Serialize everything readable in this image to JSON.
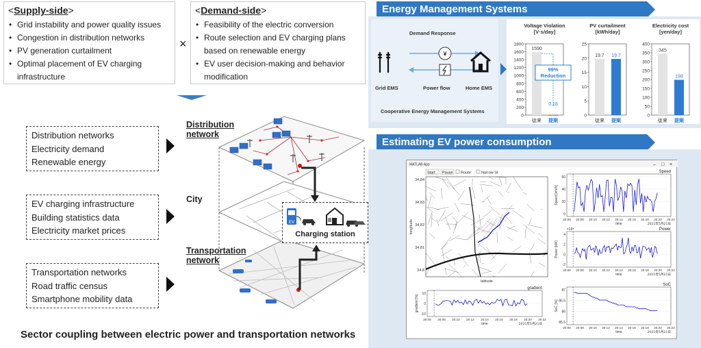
{
  "supply": {
    "title_open": "<",
    "title": "Supply-side",
    "title_close": ">",
    "items": [
      "Grid instability and power quality issues",
      "Congestion in distribution networks",
      "PV generation curtailment",
      "Optimal placement of EV charging infrastructure"
    ]
  },
  "times": "×",
  "demand": {
    "title_open": "<",
    "title": "Demand-side",
    "title_close": ">",
    "items": [
      "Feasibility of the electric conversion",
      "Route selection and EV charging plans based on renewable energy",
      "EV user decision-making and behavior modification"
    ]
  },
  "data_groups": [
    [
      "Distribution networks",
      "Electricity demand",
      "Renewable energy"
    ],
    [
      "EV charging infrastructure",
      "Building statistics data",
      "Electricity market prices"
    ],
    [
      "Transportation networks",
      "Road traffic census",
      "Smartphone mobility data"
    ]
  ],
  "layers": {
    "distribution": "Distribution network",
    "city": "City",
    "transportation": "Transportation network"
  },
  "charging_station": "Charging station",
  "ev_label": "EV",
  "caption": "Sector coupling between electric power and transportation networks",
  "ems": {
    "header": "Energy Management Systems",
    "demand_response": "Demand Response",
    "grid_ems": "Grid EMS",
    "power_flow": "Power flow",
    "home_ems": "Home EMS",
    "yen_symbol": "¥",
    "cooperative": "Cooperative Energy Management Systems",
    "charts": [
      {
        "title": "Voltage Violation\n[V·s/day]",
        "categories": [
          "従来",
          "提案"
        ],
        "values": [
          1590,
          0.18
        ],
        "labels": [
          "1590",
          "0.18"
        ],
        "ylim": [
          0,
          1800
        ],
        "ticks": [
          "1800",
          "1600",
          "1400",
          "1200",
          "1000",
          "800",
          "600",
          "400",
          "200",
          "0"
        ],
        "annotation": "99%\nReduction"
      },
      {
        "title": "PV curtailment\n[kWh/day]",
        "categories": [
          "従来",
          "提案"
        ],
        "values": [
          19.7,
          19.7
        ],
        "labels": [
          "19.7",
          "19.7"
        ],
        "ylim": [
          0,
          25
        ],
        "ticks": [
          "25",
          "20",
          "15",
          "10",
          "5",
          "0"
        ]
      },
      {
        "title": "Electricity cost\n[yen/day]",
        "categories": [
          "従来",
          "提案"
        ],
        "values": [
          345,
          198
        ],
        "labels": [
          "345",
          "198"
        ],
        "ylim": [
          0,
          400
        ],
        "ticks": [
          "400",
          "350",
          "300",
          "250",
          "200",
          "150",
          "100",
          "50",
          "0"
        ]
      }
    ]
  },
  "ev": {
    "header": "Estimating EV power consumption",
    "window_title": "MATLAB App",
    "buttons": [
      "Start",
      "Pause"
    ],
    "checks": [
      "Route",
      "Narrow St"
    ],
    "map": {
      "yticks": [
        "34.84",
        "34.83",
        "34.82",
        "34.81",
        "34.8"
      ],
      "ylabel": "longitude",
      "xlabel": "latitude"
    },
    "plots": {
      "speed": {
        "title": "Speed",
        "ylabel": "Speed [km/h]",
        "yticks": [
          "60",
          "40",
          "20",
          "0"
        ]
      },
      "power": {
        "title": "Power",
        "ylabel": "Power [kW]",
        "exp": "×10⁴",
        "yticks": [
          "4",
          "2",
          "0",
          "-2"
        ]
      },
      "soc": {
        "title": "SoC",
        "ylabel": "SoC [%]",
        "yticks": [
          "87",
          "86.5",
          "86",
          "85.5"
        ]
      },
      "gradient": {
        "title": "gradient",
        "ylabel": "gradient [%]",
        "yticks": [
          "10",
          "0",
          "-10"
        ]
      }
    },
    "time_ticks": [
      "20:06",
      "20:08",
      "20:10",
      "20:12",
      "20:14",
      "20:16",
      "20:18",
      "20:20",
      "20:22"
    ],
    "time_label": "time",
    "date_label": "2021年5月21日"
  },
  "colors": {
    "accent": "#2f78c4",
    "panel_bg": "#dde8f3",
    "bar_gray": "#e3e3e3",
    "bar_blue": "#2f7bd3",
    "plot_line": "#1a1ad6"
  }
}
